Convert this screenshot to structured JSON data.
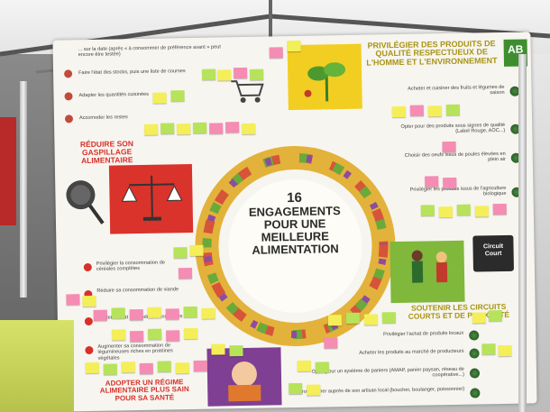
{
  "scene": {
    "label": "Exhibition tent with food-engagement banner covered in sticky notes",
    "colors": {
      "banner_bg": "#f7f5ef",
      "red_heading": "#d8302b",
      "olive_heading": "#a89416",
      "green_note": "#b6e35a",
      "yellow_note": "#f4ef58",
      "pink_note": "#f58cb3",
      "orange_note": "#f7b246"
    }
  },
  "banner": {
    "center_title": [
      "16",
      "ENGAGEMENTS",
      "POUR UNE",
      "MEILLEURE",
      "ALIMENTATION"
    ],
    "ab_logo": "AB",
    "sections": {
      "top_right": {
        "title": "Privilégier des produits de qualité respectueux de l'homme et l'environnement"
      },
      "left": {
        "title": "Réduire son gaspillage alimentaire"
      },
      "bottom_right": {
        "title": "Soutenir les circuits courts et de proximité"
      },
      "bottom_left": {
        "title": "Adopter un régime alimentaire plus sain pour sa santé"
      }
    },
    "top_left_items": [
      "... sur la date (après « à consommer de préférence avant » peut encore être testée)",
      "Faire l'état des stocks, puis une liste de courses",
      "Adapter les quantités cuisinées",
      "Accomoder les restes"
    ],
    "right_items": [
      "Acheter et cuisiner des fruits et légumes de saison",
      "Opter pour des produits sous signes de qualité (Label Rouge, AOC...)",
      "Choisir des oeufs issus de poules élevées en plein air",
      "Privilégier les produits issus de l'agriculture biologique"
    ],
    "left_bottom_items": [
      "Privilégier la consommation de céréales complètes",
      "Réduire sa consommation de viande",
      "Limiter l'achat de produits transformés",
      "Augmenter sa consommation de légumineuses riches en protéines végétales"
    ],
    "bottom_right_items": [
      "Privilégier l'achat de produits locaux",
      "Acheter les produits au marché de producteurs",
      "Opter pour un système de paniers (AMAP, panier paysan, réseau de coopérative...)",
      "S'approvisionner auprès de son artisan local (boucher, boulanger, poissonnier)"
    ],
    "circuit_label": [
      "Circuit",
      "Court"
    ]
  }
}
